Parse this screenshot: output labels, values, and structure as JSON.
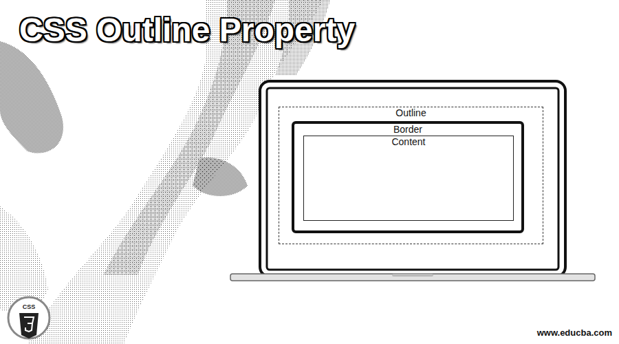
{
  "diagram": {
    "title": "CSS Outline Property",
    "nodes": [
      {
        "text": [
          "Outline"
        ]
      },
      {
        "text": [
          "Border"
        ],
        "in": 0
      },
      {
        "text": [
          "Content"
        ],
        "in": 1
      }
    ],
    "labels": [
      "CSS",
      "www.educba.com"
    ]
  }
}
